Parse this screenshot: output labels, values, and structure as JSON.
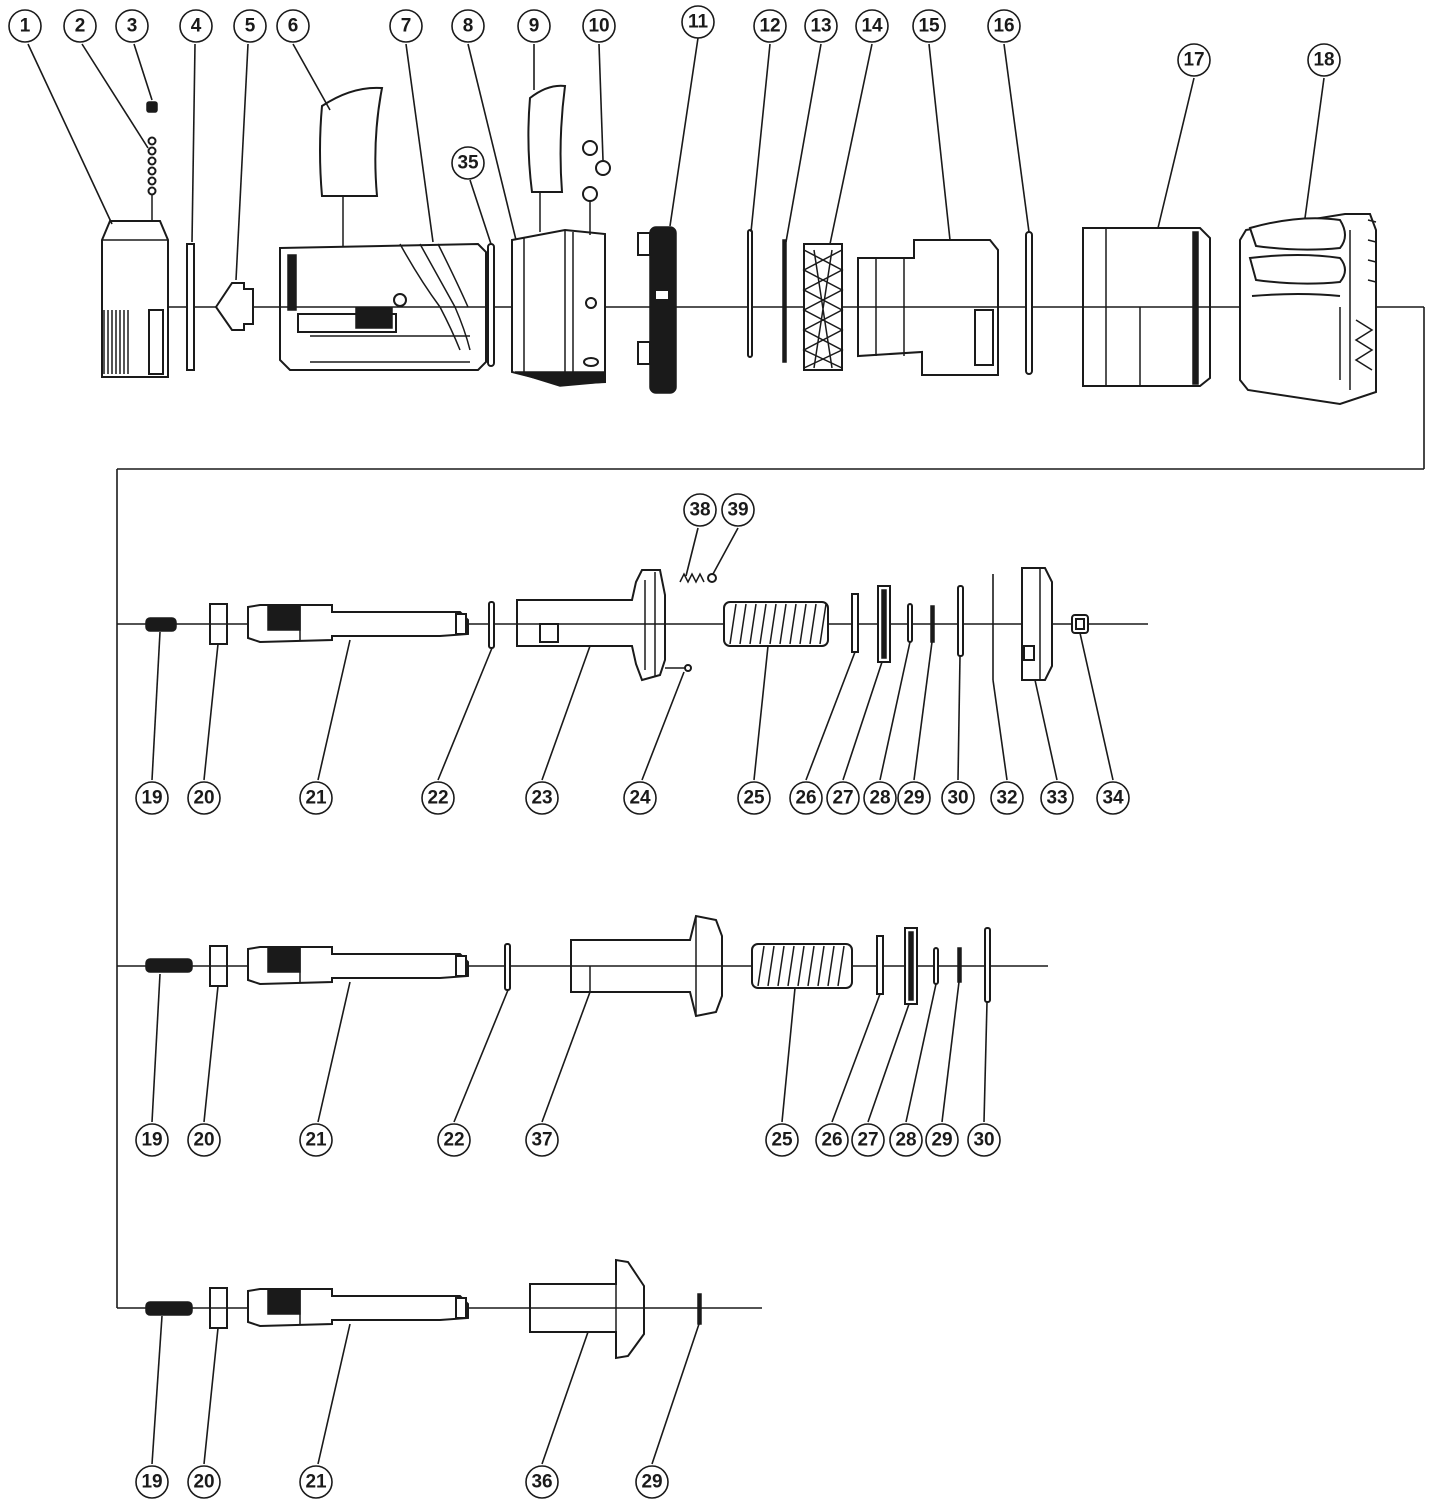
{
  "rows": [
    {
      "id": "row-1",
      "callouts": [
        {
          "label": "1"
        },
        {
          "label": "2"
        },
        {
          "label": "3"
        },
        {
          "label": "4"
        },
        {
          "label": "5"
        },
        {
          "label": "6"
        },
        {
          "label": "7"
        },
        {
          "label": "8"
        },
        {
          "label": "9"
        },
        {
          "label": "10"
        },
        {
          "label": "11"
        },
        {
          "label": "12"
        },
        {
          "label": "13"
        },
        {
          "label": "14"
        },
        {
          "label": "15"
        },
        {
          "label": "16"
        },
        {
          "label": "17"
        },
        {
          "label": "18"
        },
        {
          "label": "35"
        }
      ]
    },
    {
      "id": "row-2",
      "callouts": [
        {
          "label": "19"
        },
        {
          "label": "20"
        },
        {
          "label": "21"
        },
        {
          "label": "22"
        },
        {
          "label": "23"
        },
        {
          "label": "24"
        },
        {
          "label": "25"
        },
        {
          "label": "26"
        },
        {
          "label": "27"
        },
        {
          "label": "28"
        },
        {
          "label": "29"
        },
        {
          "label": "30"
        },
        {
          "label": "32"
        },
        {
          "label": "33"
        },
        {
          "label": "34"
        },
        {
          "label": "38"
        },
        {
          "label": "39"
        }
      ]
    },
    {
      "id": "row-3",
      "callouts": [
        {
          "label": "19"
        },
        {
          "label": "20"
        },
        {
          "label": "21"
        },
        {
          "label": "22"
        },
        {
          "label": "37"
        },
        {
          "label": "25"
        },
        {
          "label": "26"
        },
        {
          "label": "27"
        },
        {
          "label": "28"
        },
        {
          "label": "29"
        },
        {
          "label": "30"
        }
      ]
    },
    {
      "id": "row-4",
      "callouts": [
        {
          "label": "19"
        },
        {
          "label": "20"
        },
        {
          "label": "21"
        },
        {
          "label": "36"
        },
        {
          "label": "29"
        }
      ]
    }
  ]
}
